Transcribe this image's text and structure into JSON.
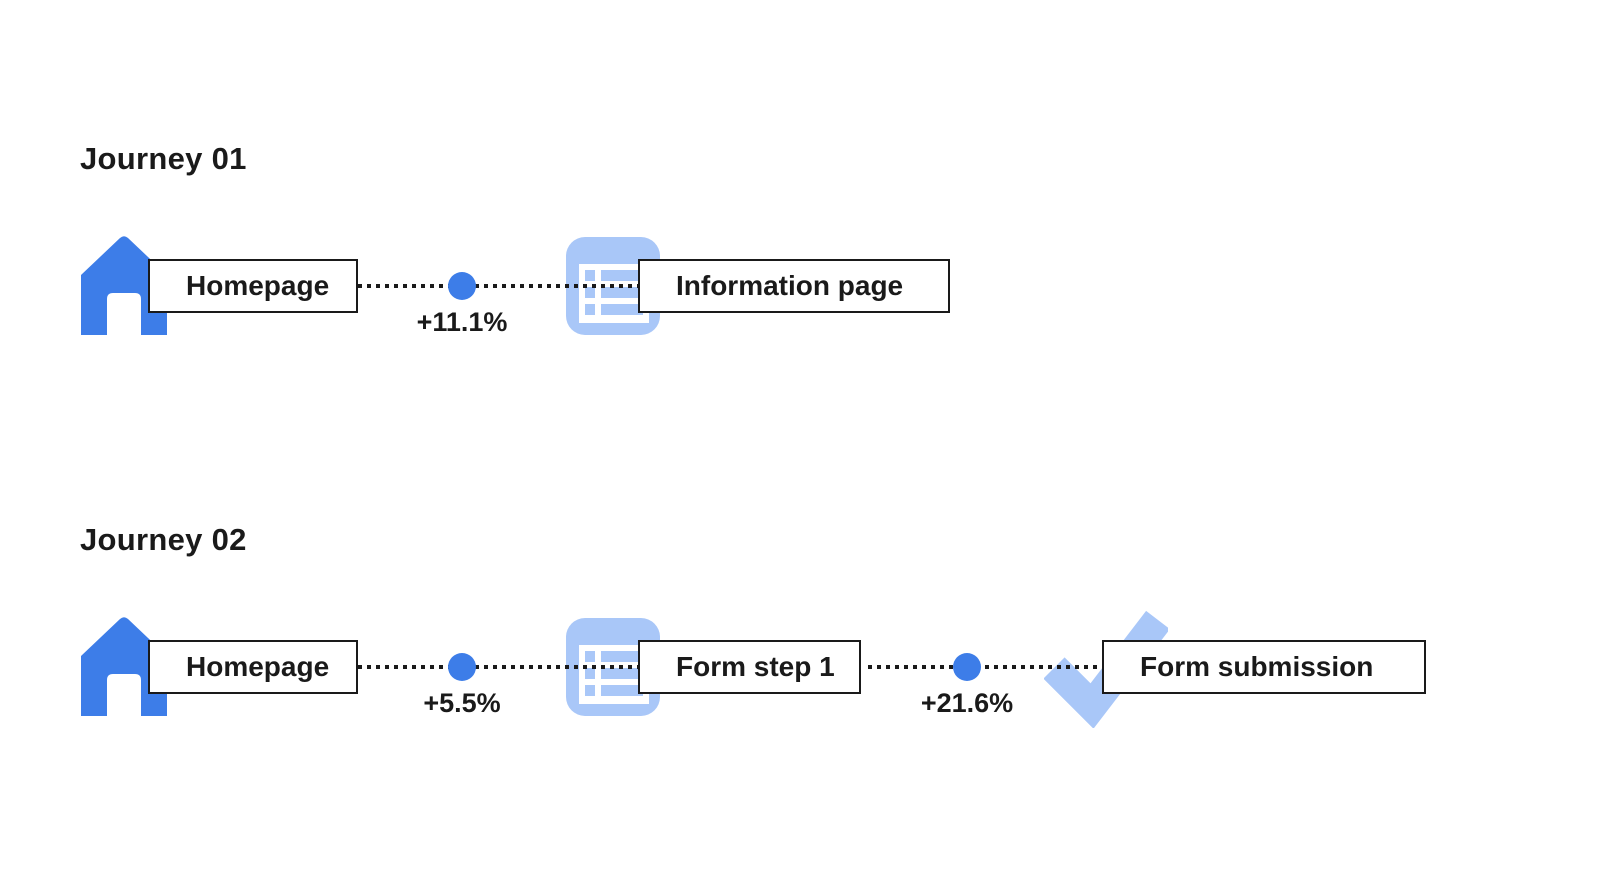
{
  "colors": {
    "primary_blue": "#3d7de8",
    "light_blue": "#a9c7f8",
    "text": "#1a1a1a",
    "background": "#ffffff",
    "node_border": "#1a1a1a"
  },
  "journeys": [
    {
      "title": "Journey 01",
      "steps": [
        {
          "icon": "home-icon",
          "label": "Homepage"
        },
        {
          "icon": "information-page-icon",
          "label": "Information page"
        }
      ],
      "transitions": [
        {
          "delta": "+11.1%"
        }
      ]
    },
    {
      "title": "Journey 02",
      "steps": [
        {
          "icon": "home-icon",
          "label": "Homepage"
        },
        {
          "icon": "form-page-icon",
          "label": "Form step 1"
        },
        {
          "icon": "checkmark-icon",
          "label": "Form submission"
        }
      ],
      "transitions": [
        {
          "delta": "+5.5%"
        },
        {
          "delta": "+21.6%"
        }
      ]
    }
  ]
}
